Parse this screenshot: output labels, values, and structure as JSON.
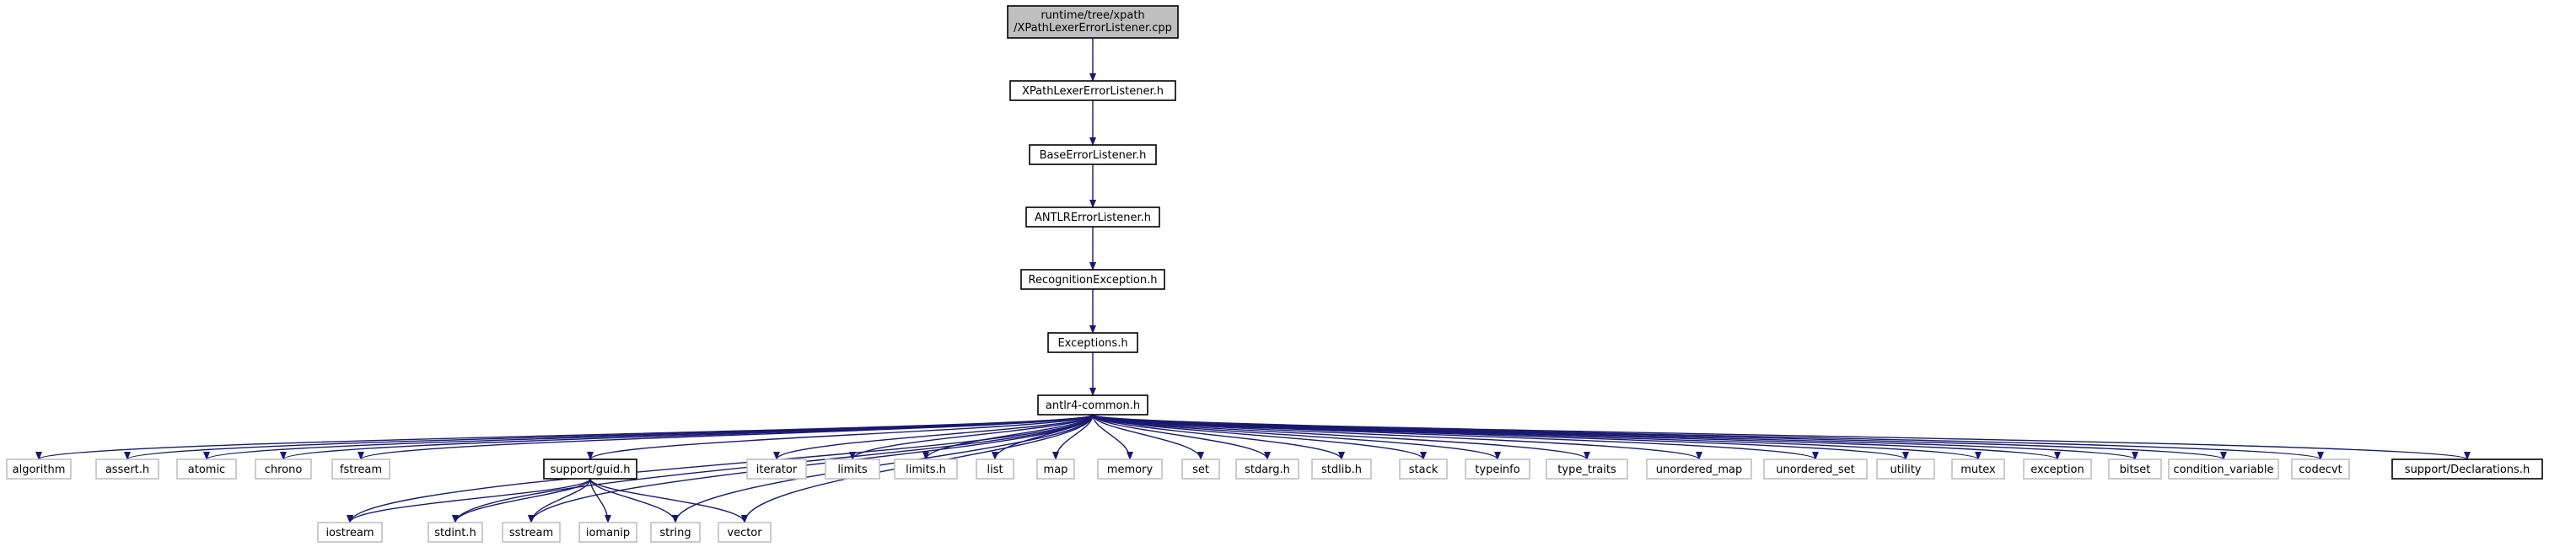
{
  "colors": {
    "edge": "#191970",
    "root_fill": "#bfbfbf",
    "node_border": "#000000",
    "external_border": "#bfbfbf",
    "background": "#ffffff"
  },
  "diagram": {
    "root": {
      "id": "root",
      "lines": [
        "runtime/tree/xpath",
        "/XPathLexerErrorListener.cpp"
      ]
    },
    "chain": [
      {
        "id": "xpathlexer",
        "label": "XPathLexerErrorListener.h"
      },
      {
        "id": "baseerror",
        "label": "BaseErrorListener.h"
      },
      {
        "id": "antlrerror",
        "label": "ANTLRErrorListener.h"
      },
      {
        "id": "recognition",
        "label": "RecognitionException.h"
      },
      {
        "id": "exceptions",
        "label": "Exceptions.h"
      },
      {
        "id": "common",
        "label": "antlr4-common.h"
      }
    ],
    "level1": [
      {
        "id": "algorithm",
        "label": "algorithm",
        "documented": false
      },
      {
        "id": "assert",
        "label": "assert.h",
        "documented": false
      },
      {
        "id": "atomic",
        "label": "atomic",
        "documented": false
      },
      {
        "id": "chrono",
        "label": "chrono",
        "documented": false
      },
      {
        "id": "fstream",
        "label": "fstream",
        "documented": false
      },
      {
        "id": "guid",
        "label": "support/guid.h",
        "documented": true
      },
      {
        "id": "iterator",
        "label": "iterator",
        "documented": false
      },
      {
        "id": "limits",
        "label": "limits",
        "documented": false
      },
      {
        "id": "limitsh",
        "label": "limits.h",
        "documented": false
      },
      {
        "id": "list",
        "label": "list",
        "documented": false
      },
      {
        "id": "map",
        "label": "map",
        "documented": false
      },
      {
        "id": "memory",
        "label": "memory",
        "documented": false
      },
      {
        "id": "set",
        "label": "set",
        "documented": false
      },
      {
        "id": "stdarg",
        "label": "stdarg.h",
        "documented": false
      },
      {
        "id": "stdlib",
        "label": "stdlib.h",
        "documented": false
      },
      {
        "id": "stack",
        "label": "stack",
        "documented": false
      },
      {
        "id": "typeinfo",
        "label": "typeinfo",
        "documented": false
      },
      {
        "id": "type_traits",
        "label": "type_traits",
        "documented": false
      },
      {
        "id": "unordered_map",
        "label": "unordered_map",
        "documented": false
      },
      {
        "id": "unordered_set",
        "label": "unordered_set",
        "documented": false
      },
      {
        "id": "utility",
        "label": "utility",
        "documented": false
      },
      {
        "id": "mutex",
        "label": "mutex",
        "documented": false
      },
      {
        "id": "exception",
        "label": "exception",
        "documented": false
      },
      {
        "id": "bitset",
        "label": "bitset",
        "documented": false
      },
      {
        "id": "condition_variable",
        "label": "condition_variable",
        "documented": false
      },
      {
        "id": "codecvt",
        "label": "codecvt",
        "documented": false
      },
      {
        "id": "declarations",
        "label": "support/Declarations.h",
        "documented": true
      }
    ],
    "level2": [
      {
        "id": "iostream",
        "label": "iostream",
        "documented": false
      },
      {
        "id": "stdint",
        "label": "stdint.h",
        "documented": false
      },
      {
        "id": "sstream",
        "label": "sstream",
        "documented": false
      },
      {
        "id": "iomanip",
        "label": "iomanip",
        "documented": false
      },
      {
        "id": "string",
        "label": "string",
        "documented": false
      },
      {
        "id": "vector",
        "label": "vector",
        "documented": false
      }
    ],
    "edges": [
      [
        "root",
        "xpathlexer"
      ],
      [
        "xpathlexer",
        "baseerror"
      ],
      [
        "baseerror",
        "antlrerror"
      ],
      [
        "antlrerror",
        "recognition"
      ],
      [
        "recognition",
        "exceptions"
      ],
      [
        "exceptions",
        "common"
      ],
      [
        "common",
        "algorithm"
      ],
      [
        "common",
        "assert"
      ],
      [
        "common",
        "atomic"
      ],
      [
        "common",
        "chrono"
      ],
      [
        "common",
        "fstream"
      ],
      [
        "common",
        "guid"
      ],
      [
        "common",
        "iterator"
      ],
      [
        "common",
        "limits"
      ],
      [
        "common",
        "limitsh"
      ],
      [
        "common",
        "list"
      ],
      [
        "common",
        "map"
      ],
      [
        "common",
        "memory"
      ],
      [
        "common",
        "set"
      ],
      [
        "common",
        "stdarg"
      ],
      [
        "common",
        "stdlib"
      ],
      [
        "common",
        "stack"
      ],
      [
        "common",
        "typeinfo"
      ],
      [
        "common",
        "type_traits"
      ],
      [
        "common",
        "unordered_map"
      ],
      [
        "common",
        "unordered_set"
      ],
      [
        "common",
        "utility"
      ],
      [
        "common",
        "mutex"
      ],
      [
        "common",
        "exception"
      ],
      [
        "common",
        "bitset"
      ],
      [
        "common",
        "condition_variable"
      ],
      [
        "common",
        "codecvt"
      ],
      [
        "common",
        "declarations"
      ],
      [
        "common",
        "iostream"
      ],
      [
        "common",
        "stdint"
      ],
      [
        "common",
        "sstream"
      ],
      [
        "common",
        "string"
      ],
      [
        "common",
        "vector"
      ],
      [
        "guid",
        "iostream"
      ],
      [
        "guid",
        "stdint"
      ],
      [
        "guid",
        "sstream"
      ],
      [
        "guid",
        "iomanip"
      ],
      [
        "guid",
        "string"
      ],
      [
        "guid",
        "vector"
      ]
    ]
  }
}
